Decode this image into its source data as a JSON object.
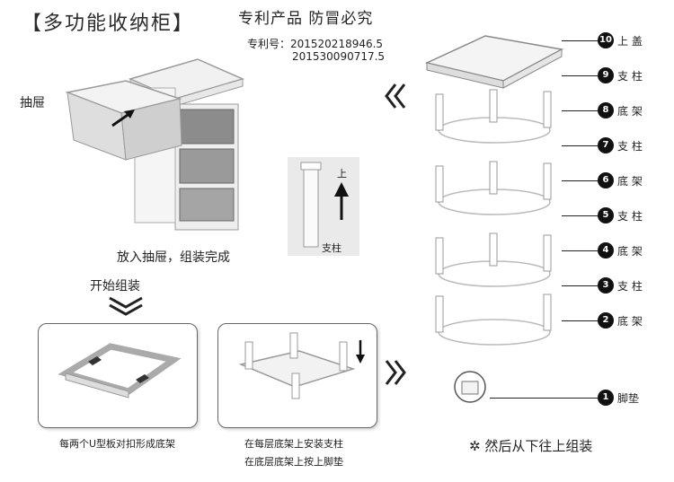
{
  "header": {
    "title": "【多功能收纳柜】",
    "patent_title": "专利产品 防冒必究",
    "patent_label": "专利号：201520218946.5",
    "patent_second": "201530090717.5"
  },
  "left": {
    "drawer_label": "抽屉",
    "caption_done": "放入抽屉，组装完成",
    "caption_start": "开始组装",
    "step1": "每两个U型板对扣形成底架",
    "step2a": "在每层底架上安装支柱",
    "step2b": "在底层底架上按上脚垫"
  },
  "center": {
    "up_label": "上",
    "pillar_label": "支柱"
  },
  "parts": [
    {
      "num": "10",
      "name": "上 盖"
    },
    {
      "num": "9",
      "name": "支 柱"
    },
    {
      "num": "8",
      "name": "底 架"
    },
    {
      "num": "7",
      "name": "支 柱"
    },
    {
      "num": "6",
      "name": "底 架"
    },
    {
      "num": "5",
      "name": "支 柱"
    },
    {
      "num": "4",
      "name": "底 架"
    },
    {
      "num": "3",
      "name": "支 柱"
    },
    {
      "num": "2",
      "name": "底 架"
    },
    {
      "num": "1",
      "name": "脚垫"
    }
  ],
  "footer": {
    "star": "✲",
    "note": "然后从下往上组装"
  }
}
